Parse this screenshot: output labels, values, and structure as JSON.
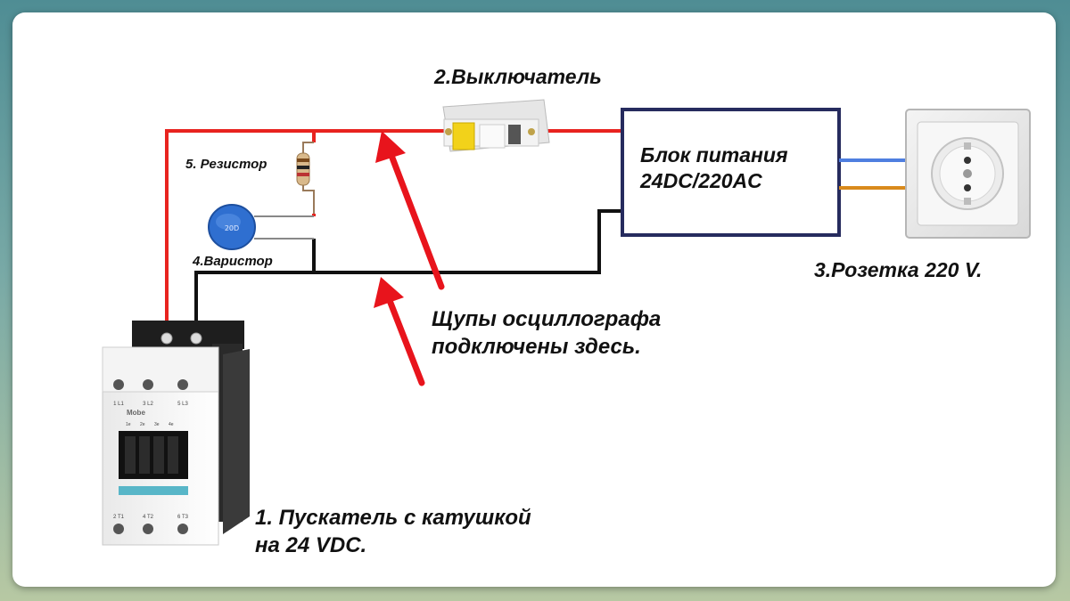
{
  "labels": {
    "switch": "2.Выключатель",
    "resistor": "5. Резистор",
    "varistor": "4.Варистор",
    "psu_line1": "Блок питания",
    "psu_line2": "24DC/220AC",
    "socket": "3.Розетка 220 V.",
    "probes_line1": "Щупы осциллографа",
    "probes_line2": "подключены здесь.",
    "contactor_line1": "1. Пускатель с катушкой",
    "contactor_line2": "на 24 VDC."
  },
  "contactor_markings": {
    "brand": "Mobe",
    "terminals_top": [
      "1 L1",
      "3 L2",
      "5 L3"
    ],
    "aux": [
      "1e",
      "2e",
      "3e",
      "4e"
    ],
    "terminals_bottom": [
      "2 T1",
      "4 T2",
      "6 T3"
    ]
  },
  "colors": {
    "live_wire": "#e8231f",
    "neutral_wire": "#111111",
    "arrow": "#e8141c",
    "psu_border": "#262b5e",
    "socket_wire_blue": "#4f7fe0",
    "socket_wire_orange": "#d98a1c",
    "varistor": "#2f6fd0"
  }
}
